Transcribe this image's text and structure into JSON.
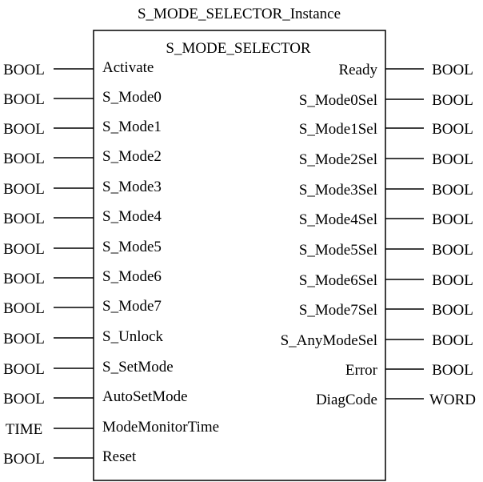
{
  "instance_name": "S_MODE_SELECTOR_Instance",
  "block_type": "S_MODE_SELECTOR",
  "inputs": [
    {
      "type": "BOOL",
      "name": "Activate"
    },
    {
      "type": "BOOL",
      "name": "S_Mode0"
    },
    {
      "type": "BOOL",
      "name": "S_Mode1"
    },
    {
      "type": "BOOL",
      "name": "S_Mode2"
    },
    {
      "type": "BOOL",
      "name": "S_Mode3"
    },
    {
      "type": "BOOL",
      "name": "S_Mode4"
    },
    {
      "type": "BOOL",
      "name": "S_Mode5"
    },
    {
      "type": "BOOL",
      "name": "S_Mode6"
    },
    {
      "type": "BOOL",
      "name": "S_Mode7"
    },
    {
      "type": "BOOL",
      "name": "S_Unlock"
    },
    {
      "type": "BOOL",
      "name": "S_SetMode"
    },
    {
      "type": "BOOL",
      "name": "AutoSetMode"
    },
    {
      "type": "TIME",
      "name": "ModeMonitorTime"
    },
    {
      "type": "BOOL",
      "name": "Reset"
    }
  ],
  "outputs": [
    {
      "name": "Ready",
      "type": "BOOL"
    },
    {
      "name": "S_Mode0Sel",
      "type": "BOOL"
    },
    {
      "name": "S_Mode1Sel",
      "type": "BOOL"
    },
    {
      "name": "S_Mode2Sel",
      "type": "BOOL"
    },
    {
      "name": "S_Mode3Sel",
      "type": "BOOL"
    },
    {
      "name": "S_Mode4Sel",
      "type": "BOOL"
    },
    {
      "name": "S_Mode5Sel",
      "type": "BOOL"
    },
    {
      "name": "S_Mode6Sel",
      "type": "BOOL"
    },
    {
      "name": "S_Mode7Sel",
      "type": "BOOL"
    },
    {
      "name": "S_AnyModeSel",
      "type": "BOOL"
    },
    {
      "name": "Error",
      "type": "BOOL"
    },
    {
      "name": "DiagCode",
      "type": "WORD"
    }
  ]
}
